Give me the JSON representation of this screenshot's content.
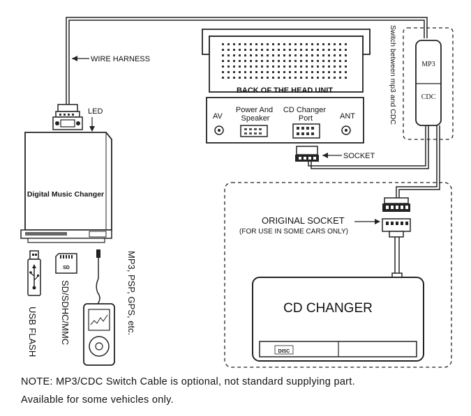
{
  "labels": {
    "wire_harness": "WIRE HARNESS",
    "led": "LED",
    "back_of_head_unit": "BACK OF THE HEAD UNIT",
    "av": "AV",
    "power_speaker_1": "Power And",
    "power_speaker_2": "Speaker",
    "cd_changer_port_1": "CD Changer",
    "cd_changer_port_2": "Port",
    "ant": "ANT",
    "socket": "SOCKET",
    "switch_text": "Switch between mp3 and CDC",
    "mp3": "MP3",
    "cdc": "CDC",
    "digital_music_changer": "Digital Music Changer",
    "original_socket": "ORIGINAL SOCKET",
    "original_socket_note": "(FOR USE IN SOME CARS ONLY)",
    "cd_changer": "CD CHANGER",
    "cd_logo": "DISC",
    "usb_flash": "USB FLASH",
    "sd_sdhc_mmc": "SD/SDHC/MMC",
    "mp3_psp_gps": "MP3, PSP, GPS, etc."
  },
  "note": {
    "line1": "NOTE: MP3/CDC Switch Cable is optional, not standard supplying part.",
    "line2": "Available for some vehicles only."
  }
}
